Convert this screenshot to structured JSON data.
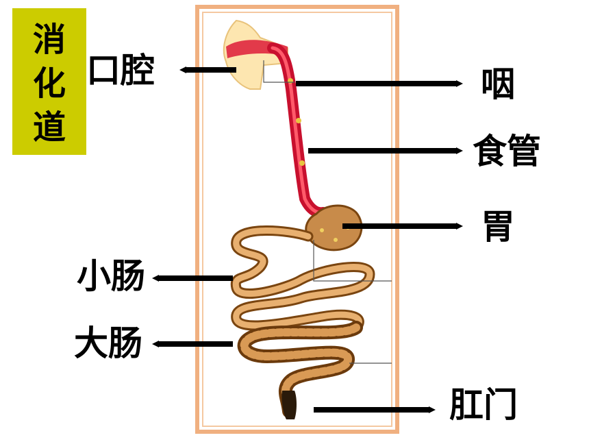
{
  "title": {
    "chars": [
      "消",
      "化",
      "道"
    ]
  },
  "labels": {
    "mouth": "口腔",
    "pharynx": "咽",
    "esophagus": "食管",
    "stomach": "胃",
    "small_intestine": "小肠",
    "large_intestine": "大肠",
    "anus": "肛门"
  },
  "colors": {
    "title_bg": "#cccc00",
    "frame": "#f0b080",
    "esophagus": "#d01830",
    "intestine": "#e0a050",
    "intestine_dark": "#8a4a10"
  }
}
